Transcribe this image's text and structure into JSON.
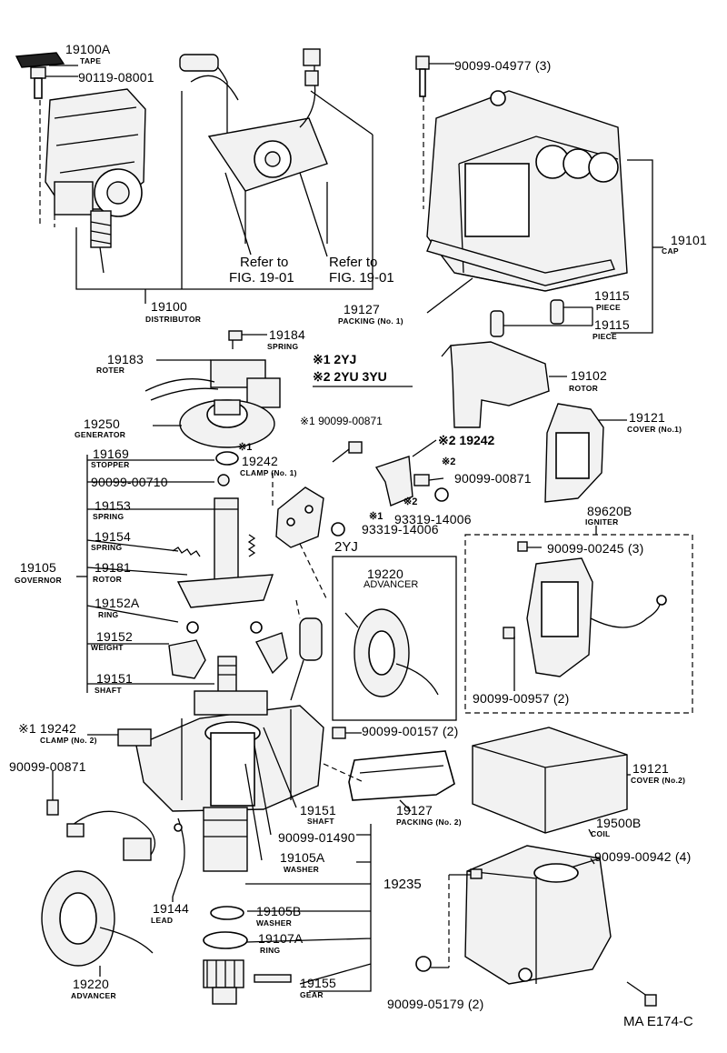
{
  "labels": {
    "tape_pn": "19100A",
    "tape_nm": "TAPE",
    "bolt_pn": "90119-08001",
    "screw_cap_pn": "90099-04977 (3)",
    "refer1a": "Refer to",
    "refer1b": "FIG. 19-01",
    "refer2a": "Refer to",
    "refer2b": "FIG. 19-01",
    "cap_pn": "19101",
    "cap_nm": "CAP",
    "dist_pn": "19100",
    "dist_nm": "DISTRIBUTOR",
    "pack1_pn": "19127",
    "pack1_nm": "PACKING (No. 1)",
    "piece1_pn": "19115",
    "piece1_nm": "PIECE",
    "piece2_pn": "19115",
    "piece2_nm": "PIECE",
    "spring184_pn": "19184",
    "spring184_nm": "SPRING",
    "roter_pn": "19183",
    "roter_nm": "ROTER",
    "note1": "※1 2YJ",
    "note2": "※2 2YU  3YU",
    "rotor_pn": "19102",
    "rotor_nm": "ROTOR",
    "gen_pn": "19250",
    "gen_nm": "GENERATOR",
    "screw871a_pn": "※1 90099-00871",
    "clamp242b_pn": "※2 19242",
    "cover1_pn": "19121",
    "cover1_nm": "COVER (No.1)",
    "stopper_pn": "19169",
    "stopper_nm": "STOPPER",
    "star1": "※1",
    "clamp1_pn": "19242",
    "clamp1_nm": "CLAMP (No. 1)",
    "screw710_pn": "90099-00710",
    "star2a": "※2",
    "screw871b_pn": "90099-00871",
    "star2b": "※2",
    "nut006a_pn": "93319-14006",
    "star1b": "※1",
    "nut006b_pn": "93319-14006",
    "spring153_pn": "19153",
    "spring153_nm": "SPRING",
    "spring154_pn": "19154",
    "spring154_nm": "SPRING",
    "gov_pn": "19105",
    "gov_nm": "GOVERNOR",
    "rotor181_pn": "19181",
    "rotor181_nm": "ROTOR",
    "ring152_pn": "19152A",
    "ring152_nm": "RING",
    "weight_pn": "19152",
    "weight_nm": "WEIGHT",
    "shaft151a_pn": "19151",
    "shaft151a_nm": "SHAFT",
    "box2yj": "2YJ",
    "adv_box_pn": "19220",
    "adv_box_nm": "ADVANCER",
    "igniter_pn": "89620B",
    "igniter_nm": "IGNITER",
    "screw245_pn": "90099-00245 (3)",
    "screw957_pn": "90099-00957 (2)",
    "clamp2_pn": "※1 19242",
    "clamp2_nm": "CLAMP (No. 2)",
    "screw157_pn": "90099-00157 (2)",
    "screw871c_pn": "90099-00871",
    "cover2_pn": "19121",
    "cover2_nm": "COVER (No.2)",
    "shaft151b_pn": "19151",
    "shaft151b_nm": "SHAFT",
    "pack2_pn": "19127",
    "pack2_nm": "PACKING (No. 2)",
    "screw490_pn": "90099-01490",
    "washer105a_pn": "19105A",
    "washer105a_nm": "WASHER",
    "coil_pn": "19500B",
    "coil_nm": "COIL",
    "screw942_pn": "90099-00942 (4)",
    "housing_pn": "19235",
    "lead_pn": "19144",
    "lead_nm": "LEAD",
    "washer105b_pn": "19105B",
    "washer105b_nm": "WASHER",
    "ring107_pn": "19107A",
    "ring107_nm": "RING",
    "adv2_pn": "19220",
    "adv2_nm": "ADVANCER",
    "gear_pn": "19155",
    "gear_nm": "GEAR",
    "nut179_pn": "90099-05179 (2)",
    "figref": "MA E174-C"
  }
}
